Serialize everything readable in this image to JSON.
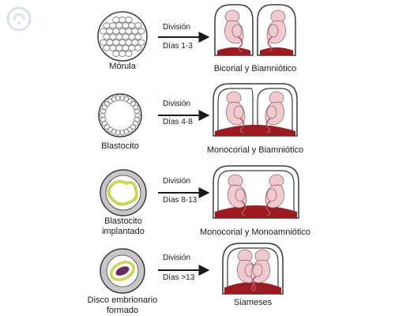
{
  "logo": {
    "icon": "brand-logo-icon",
    "color": "#d9e4ea"
  },
  "colors": {
    "outline": "#3a3a3a",
    "membrane_fill": "#ffffff",
    "fetus_fill": "#f2c9cf",
    "fetus_stroke": "#8a6f73",
    "placenta": "#9b1b22",
    "cord": "#b85060",
    "yolk_ring": "#c9d65a",
    "gray_zone": "#c7c7c7",
    "embryo_disc": "#6a2a5a"
  },
  "rows": [
    {
      "stage": [
        "Mórula"
      ],
      "division": "División",
      "days": "Días 1-3",
      "result": "Bicorial y Biamniótico"
    },
    {
      "stage": [
        "Blastocito"
      ],
      "division": "División",
      "days": "Días 4-8",
      "result": "Monocorial y Biamniótico"
    },
    {
      "stage": [
        "Blastocito",
        "implantado"
      ],
      "division": "División",
      "days": "Días 8-13",
      "result": "Monocorial y Monoamniótico"
    },
    {
      "stage": [
        "Disco embrionario",
        "formado"
      ],
      "division": "División",
      "days": "Días >13",
      "result": "Siameses"
    }
  ]
}
